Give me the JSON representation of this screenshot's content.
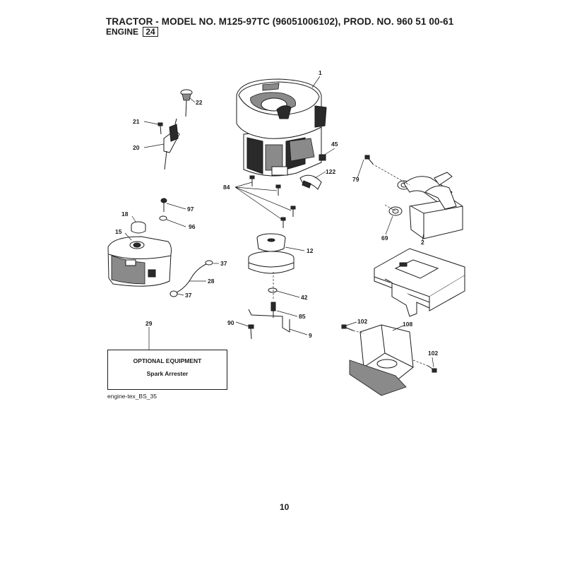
{
  "header": {
    "title": "TRACTOR - MODEL NO. M125-97TC   (96051006102), PROD. NO. 960 51 00-61",
    "section": "ENGINE",
    "section_number": "24"
  },
  "callouts": {
    "c1": "1",
    "c22": "22",
    "c21": "21",
    "c20": "20",
    "c45": "45",
    "c122": "122",
    "c84": "84",
    "c79": "79",
    "c97": "97",
    "c18": "18",
    "c96": "96",
    "c15": "15",
    "c69": "69",
    "c2": "2",
    "c12": "12",
    "c37a": "37",
    "c28": "28",
    "c37b": "37",
    "c42": "42",
    "c85": "85",
    "c29": "29",
    "c90": "90",
    "c9": "9",
    "c102a": "102",
    "c108": "108",
    "c102b": "102"
  },
  "optional_equipment": {
    "title": "OPTIONAL EQUIPMENT",
    "item": "Spark Arrester"
  },
  "reference": "engine-tex_BS_35",
  "page_number": "10"
}
